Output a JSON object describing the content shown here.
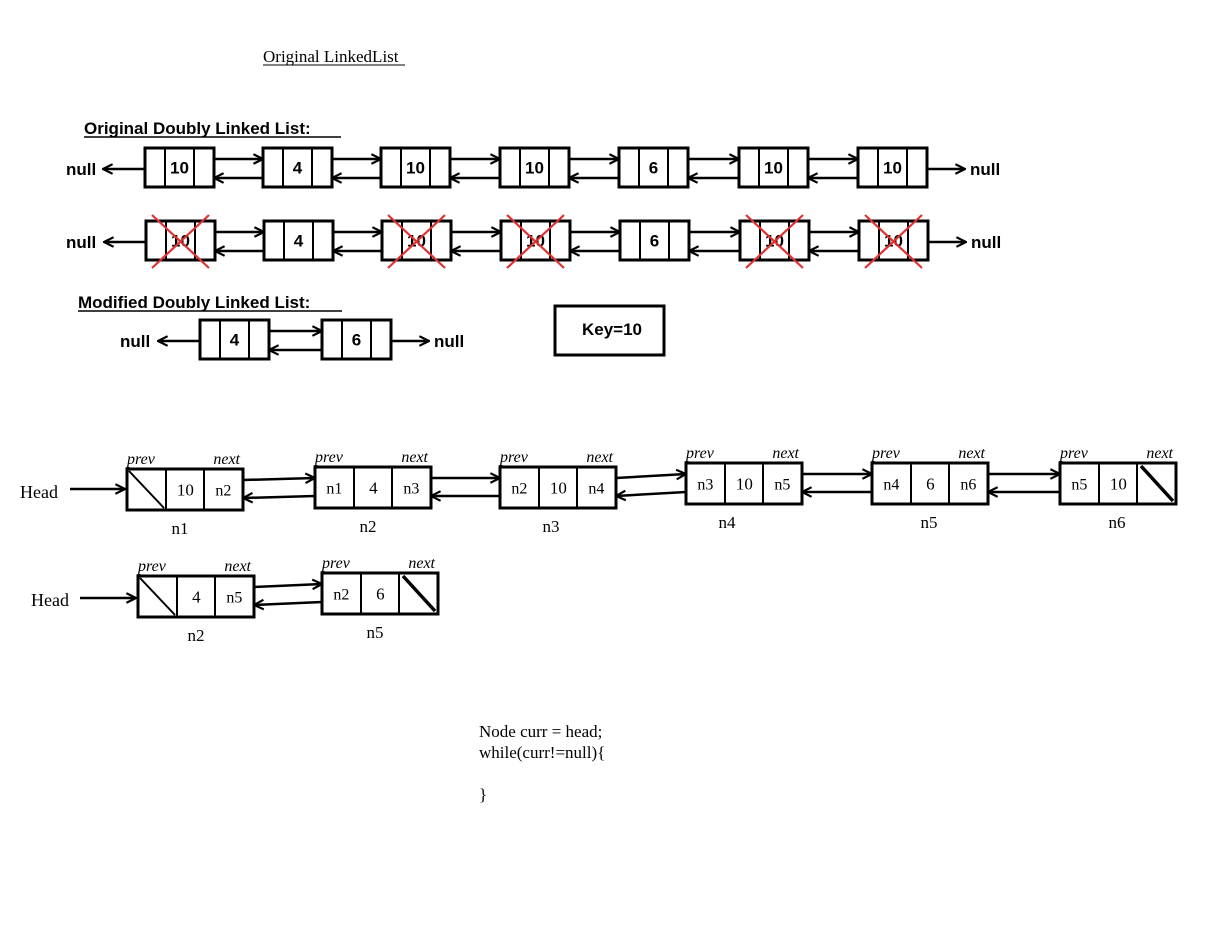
{
  "page_title": "Original LinkedList",
  "original_heading": "Original Doubly Linked List:",
  "modified_heading": "Modified Doubly Linked List:",
  "null_label": "null",
  "key_label": "Key=10",
  "original_list": [
    "10",
    "4",
    "10",
    "10",
    "6",
    "10",
    "10"
  ],
  "marked_list": [
    {
      "value": "10",
      "removed": true
    },
    {
      "value": "4",
      "removed": false
    },
    {
      "value": "10",
      "removed": true
    },
    {
      "value": "10",
      "removed": true
    },
    {
      "value": "6",
      "removed": false
    },
    {
      "value": "10",
      "removed": true
    },
    {
      "value": "10",
      "removed": true
    }
  ],
  "modified_list": [
    "4",
    "6"
  ],
  "pointer_labels": {
    "prev": "prev",
    "next": "next",
    "head": "Head"
  },
  "detailed_original": [
    {
      "name": "n1",
      "prev": "",
      "value": "10",
      "next": "n2"
    },
    {
      "name": "n2",
      "prev": "n1",
      "value": "4",
      "next": "n3"
    },
    {
      "name": "n3",
      "prev": "n2",
      "value": "10",
      "next": "n4"
    },
    {
      "name": "n4",
      "prev": "n3",
      "value": "10",
      "next": "n5"
    },
    {
      "name": "n5",
      "prev": "n4",
      "value": "6",
      "next": "n6"
    },
    {
      "name": "n6",
      "prev": "n5",
      "value": "10",
      "next": ""
    }
  ],
  "detailed_modified": [
    {
      "name": "n2",
      "prev": "",
      "value": "4",
      "next": "n5"
    },
    {
      "name": "n5",
      "prev": "n2",
      "value": "6",
      "next": ""
    }
  ],
  "code_lines": [
    "Node curr = head;",
    "while(curr!=null){",
    "",
    "}"
  ]
}
